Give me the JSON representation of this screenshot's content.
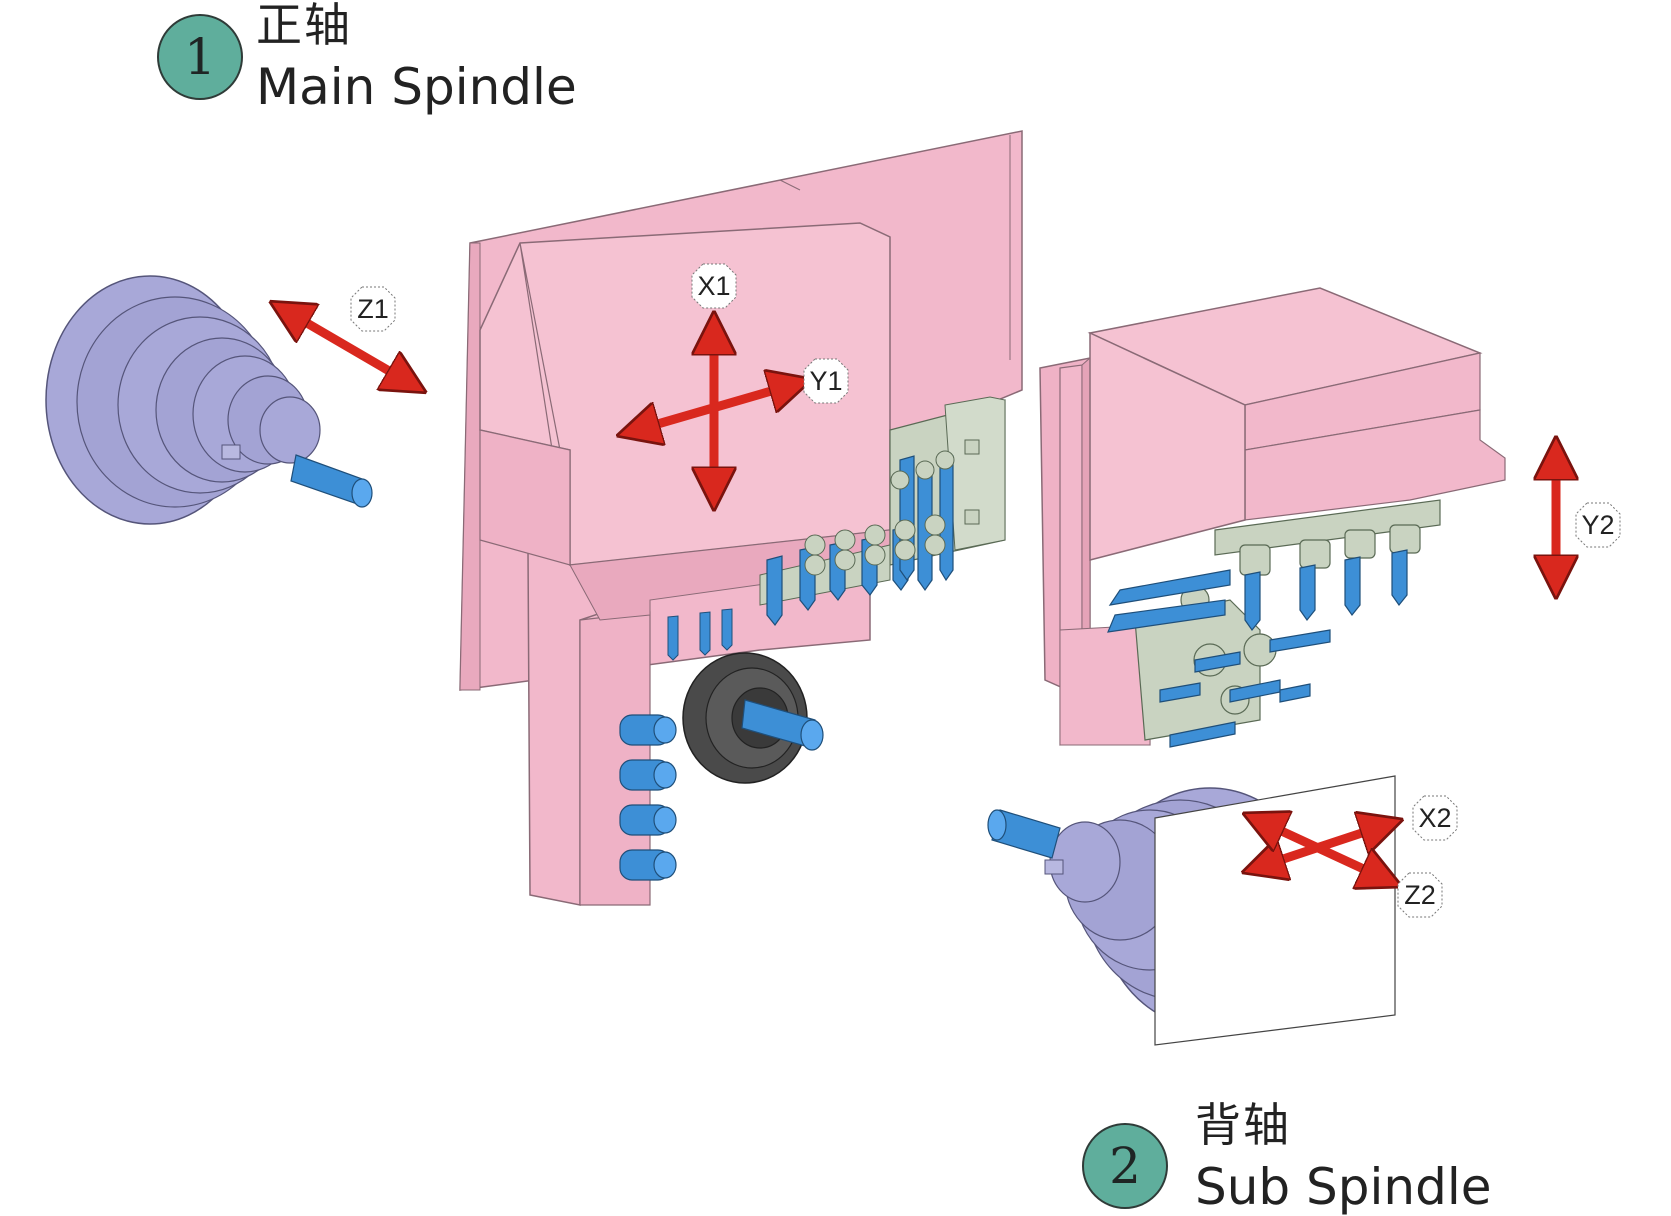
{
  "spindles": [
    {
      "number": "1",
      "name_cn": "正轴",
      "name_en": "Main Spindle"
    },
    {
      "number": "2",
      "name_cn": "背轴",
      "name_en": "Sub Spindle"
    }
  ],
  "axes": {
    "z1": "Z1",
    "x1": "X1",
    "y1": "Y1",
    "y2": "Y2",
    "x2": "X2",
    "z2": "Z2"
  },
  "colors": {
    "carriage": "#f2b8cb",
    "carriage_edge": "#8a6a76",
    "spindle": "#a8a8d8",
    "tool": "#3d8fd6",
    "tool_holder": "#c9d3c1",
    "arrow": "#d9281e",
    "badge": "#5fae9c",
    "wheel": "#4a4a4a"
  },
  "icons": [
    "double-arrow-icon",
    "axis-label-octagon"
  ]
}
